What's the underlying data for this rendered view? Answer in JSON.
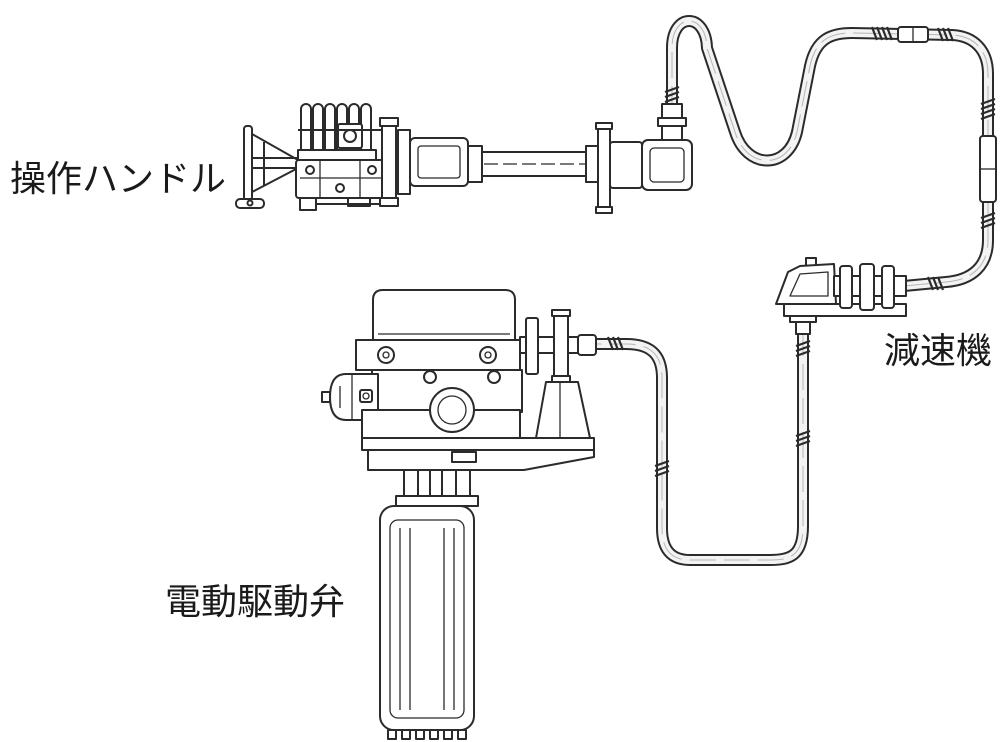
{
  "labels": {
    "operating_handle": "操作ハンドル",
    "reducer": "減速機",
    "motor_operated_valve": "電動駆動弁"
  },
  "colors": {
    "line": "#2b2b2b",
    "background": "#ffffff"
  }
}
